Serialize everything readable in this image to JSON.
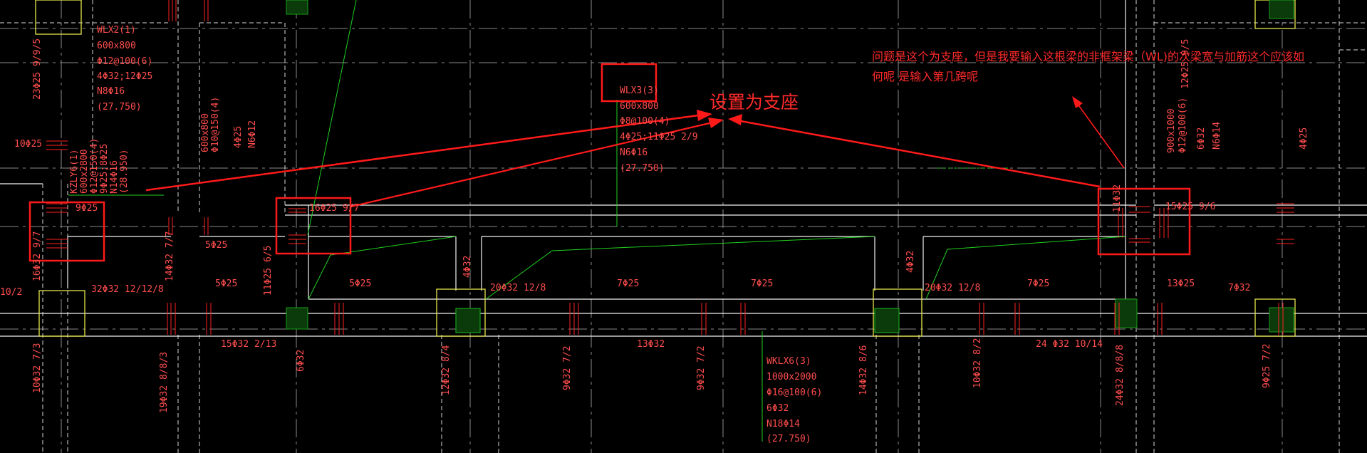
{
  "colors": {
    "background": "#000000",
    "beam": "#ffffff",
    "grid": "#8a8a8a",
    "rebar_text": "#ff4d4d",
    "rebar_mark": "#ff2020",
    "leader": "#1fd01f",
    "column": "#e8e84a",
    "column_fill": "#19a019",
    "annotation": "#ff1a1a"
  },
  "callout_label": "设置为支座",
  "question_note": {
    "line1": "问题是这个为支座，但是我要输入这根梁的非框架梁（WL)的次梁宽与加筋这个应该如",
    "line2": "何呢  是输入第几跨呢"
  },
  "beam_specs": {
    "wlx2": [
      "WLX2(1)",
      "600x800",
      "Φ12@100(6)",
      "4Φ32;12Φ25",
      "N8Φ16",
      "(27.750)"
    ],
    "wlx3": [
      "WLX3(3)",
      "600x800",
      "Φ8@100(4)",
      "4Φ25;11Φ25 2/9",
      "N6Φ16",
      "(27.750)"
    ],
    "wklx6": [
      "WKLX6(3)",
      "1000x2000",
      "Φ16@100(6)",
      "6Φ32",
      "N18Φ14",
      "(27.750)"
    ],
    "kzly6": [
      "KZLY6(1)",
      "600x2800",
      "Φ12@150(4)",
      "9Φ25;8Φ25",
      "N14Φ16",
      "(28.950)"
    ],
    "left_vert": [
      "600x800",
      "Φ10@150(4)",
      "4Φ25",
      "N6Φ12"
    ],
    "right_vert": [
      "900x1000",
      "Φ12@100(6)",
      "6Φ32",
      "N6Φ14"
    ]
  },
  "rebar_labels": {
    "h_top_left": "23Φ25 9/9/5",
    "h_10_25": "10Φ25",
    "h_9_25": "9Φ25",
    "h_16_25": "16Φ25 9/7",
    "h_15_25": "15Φ25 9/6",
    "h_5_25_a": "5Φ25",
    "h_5_25_b": "5Φ25",
    "h_5_25_c": "5Φ25",
    "h_32_32": "32Φ32 12/12/8",
    "h_10_2": "10/2",
    "h_15_32": "15Φ32 2/13",
    "h_20_32_a": "20Φ32 12/8",
    "h_20_32_b": "20Φ32 12/8",
    "h_7_25_a": "7Φ25",
    "h_7_25_b": "7Φ25",
    "h_7_25_c": "7Φ25",
    "h_13_32": "13Φ32",
    "h_24_32": "24 Φ32 10/14",
    "h_13_25": "13Φ25",
    "h_7_32": "7Φ32",
    "v_16_32": "16Φ32 9/7",
    "v_14_32": "14Φ32 7/7",
    "v_11_25": "11Φ25 6/5",
    "v_4_32_a": "4Φ32",
    "v_4_32_b": "4Φ32",
    "v_11_32": "11Φ32",
    "v_12_25": "12Φ25 9/5",
    "v_4_25": "4Φ25",
    "v_10_32": "10Φ32 7/3",
    "v_19_32": "19Φ32 8/8/3",
    "v_6_32": "6Φ32",
    "v_12_32": "12Φ32 8/4",
    "v_9_32_a": "9Φ32 7/2",
    "v_9_32_b": "9Φ32 7/2",
    "v_14_32b": "14Φ32 8/6",
    "v_10_32b": "10Φ32 8/2",
    "v_24_32": "24Φ32 8/8/8",
    "v_9_25": "9Φ25 7/2"
  }
}
